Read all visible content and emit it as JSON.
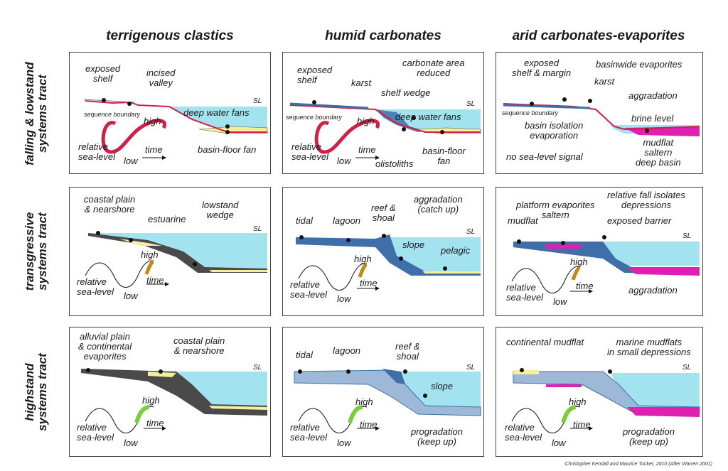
{
  "columns": [
    "terrigenous clastics",
    "humid carbonates",
    "arid carbonates-evaporites"
  ],
  "rows": [
    [
      "falling & lowstand",
      "systems tract"
    ],
    [
      "transgressive",
      "systems tract"
    ],
    [
      "highstand",
      "systems tract"
    ]
  ],
  "common": {
    "sl": "SL",
    "high": "high",
    "low": "low",
    "time": "time",
    "relative_sea_level": [
      "relative",
      "sea-level"
    ],
    "sequence_boundary": "sequence boundary"
  },
  "panels": {
    "falling_clastics": {
      "exposed_shelf": [
        "exposed",
        "shelf"
      ],
      "incised_valley": [
        "incised",
        "valley"
      ],
      "deep_water_fans": "deep water fans",
      "basin_floor_fan": "basin-floor fan"
    },
    "falling_humid": {
      "exposed_shelf": [
        "exposed",
        "shelf"
      ],
      "karst": "karst",
      "carbonate_area_reduced": [
        "carbonate area",
        "reduced"
      ],
      "shelf_wedge": "shelf wedge",
      "deep_water_fans": "deep water fans",
      "basin_floor_fan": [
        "basin-floor",
        "fan"
      ],
      "olistoliths": "olistoliths"
    },
    "falling_arid": {
      "exposed_shelf_margin": [
        "exposed",
        "shelf & margin"
      ],
      "basinwide_evaporites": "basinwide evaporites",
      "karst": "karst",
      "aggradation": "aggradation",
      "basin_isolation": [
        "basin isolation",
        "evaporation"
      ],
      "brine_level": "brine level",
      "no_sea_level_signal": "no sea-level signal",
      "mudflat_saltern": [
        "mudflat",
        "saltern",
        "deep basin"
      ]
    },
    "trans_clastics": {
      "coastal_plain": [
        "coastal plain",
        "& nearshore"
      ],
      "estuarine": "estuarine",
      "lowstand_wedge": [
        "lowstand",
        "wedge"
      ]
    },
    "trans_humid": {
      "tidal": "tidal",
      "lagoon": "lagoon",
      "reef_shoal": [
        "reef &",
        "shoal"
      ],
      "aggradation": [
        "aggradation",
        "(catch up)"
      ],
      "slope": "slope",
      "pelagic": "pelagic"
    },
    "trans_arid": {
      "mudflat": "mudflat",
      "platform_evaporites": [
        "platform evaporites",
        "saltern"
      ],
      "relative_fall": [
        "relative fall isolates",
        "depressions"
      ],
      "exposed_barrier": "exposed barrier",
      "aggradation": "aggradation"
    },
    "high_clastics": {
      "alluvial_plain": [
        "alluvial plain",
        "& continental",
        "evaporites"
      ],
      "coastal_plain": [
        "coastal plain",
        "& nearshore"
      ]
    },
    "high_humid": {
      "tidal": "tidal",
      "lagoon": "lagoon",
      "reef_shoal": [
        "reef &",
        "shoal"
      ],
      "slope": "slope",
      "progradation": [
        "progradation",
        "(keep up)"
      ]
    },
    "high_arid": {
      "continental_mudflat": "continental mudflat",
      "marine_mudflats": [
        "marine mudflats",
        "in small depressions"
      ],
      "progradation": [
        "progradation",
        "(keep up)"
      ]
    }
  },
  "colors": {
    "sea": "#a3e3f0",
    "clastic_dark": "#4a4a4a",
    "clastic_sand": "#f4ef9a",
    "carbonate_blue": "#3e6fa8",
    "carbonate_light": "#9eb8d8",
    "evaporite_magenta": "#e020b0",
    "sequence_red": "#d0204a",
    "trans_curve": "#c08a18",
    "high_curve": "#7ccc3c"
  },
  "credit": "Christopher Kendall and Maurice Tucker, 2010 (After Warren 2001)"
}
